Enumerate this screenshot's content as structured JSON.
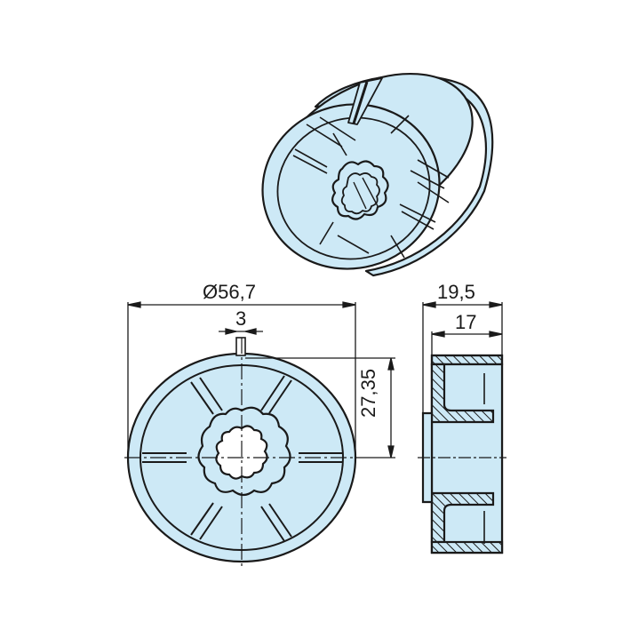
{
  "drawing": {
    "fill_color": "#cde9f6",
    "line_color": "#1a1a1a",
    "views": [
      "isometric-view",
      "front-view",
      "side-section-view"
    ]
  },
  "dimensions": {
    "diameter": "Ø56,7",
    "slot_width": "3",
    "inner_height": "27,35",
    "overall_width": "19,5",
    "inner_width": "17"
  }
}
